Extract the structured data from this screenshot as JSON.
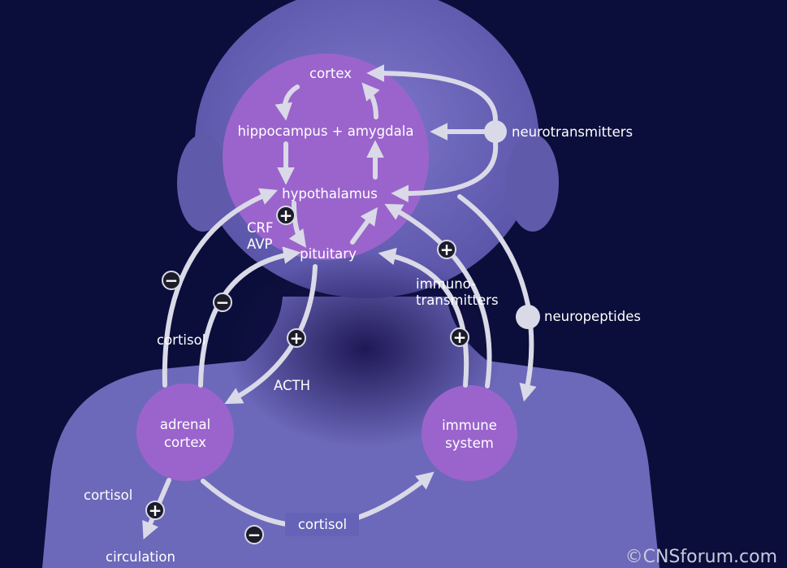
{
  "nodes": {
    "cortex": "cortex",
    "hippocampus_amygdala": "hippocampus + amygdala",
    "hypothalamus": "hypothalamus",
    "pituitary": "pituitary",
    "adrenal_cortex_line1": "adrenal",
    "adrenal_cortex_line2": "cortex",
    "immune_system_line1": "immune",
    "immune_system_line2": "system",
    "neurotransmitters": "neurotransmitters",
    "neuropeptides": "neuropeptides",
    "immunotransmitters_line1": "immuno-",
    "immunotransmitters_line2": "transmitters",
    "circulation": "circulation"
  },
  "labels": {
    "crf": "CRF",
    "avp": "AVP",
    "acth": "ACTH",
    "cortisol_left": "cortisol",
    "cortisol_adrenal_out": "cortisol",
    "cortisol_bottom": "cortisol"
  },
  "signs": {
    "plus": "+",
    "minus": "−"
  },
  "watermark": "©CNSforum.com",
  "colors": {
    "background": "#0b0e3a",
    "silhouette": "#6f6bbd",
    "node_fill": "#9a64cc",
    "arrow": "#d9d9e8",
    "sign_fill": "#1b1b2a",
    "cortisol_box": "#6563b7"
  }
}
